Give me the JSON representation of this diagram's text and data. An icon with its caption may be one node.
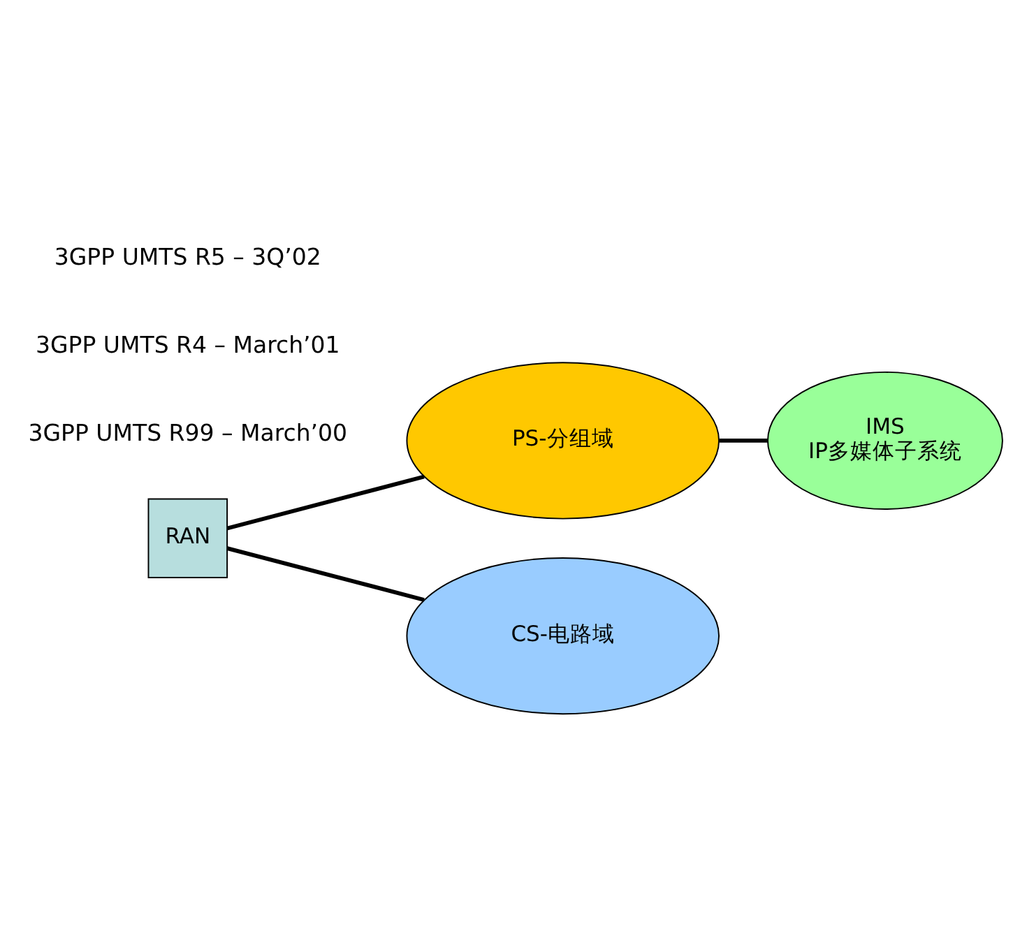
{
  "diagram": {
    "nodes": [
      {
        "text": [
          "RAN"
        ]
      },
      {
        "text": [
          "PS-分组域"
        ]
      },
      {
        "text": [
          "CS-电路域"
        ]
      },
      {
        "text": [
          "IMS",
          "IP多媒体子系统"
        ]
      }
    ],
    "edges": [
      {
        "from": 0,
        "to": 1,
        "arrow": "none"
      },
      {
        "from": 0,
        "to": 2,
        "arrow": "none"
      },
      {
        "from": 1,
        "to": 3,
        "arrow": "none"
      }
    ],
    "labels": [
      "3GPP UMTS R5 – 3Q’02",
      "3GPP UMTS R4 – March’01",
      "3GPP UMTS R99 – March’00"
    ]
  }
}
